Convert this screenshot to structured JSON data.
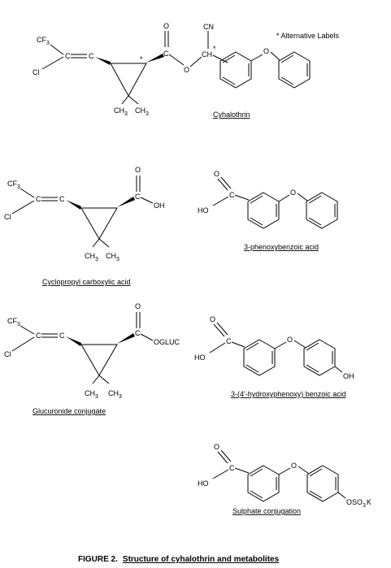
{
  "figure_title_prefix": "FIGURE 2.",
  "figure_title": "Structure of cyhalothrin and metabolites",
  "alt_labels_note": "* Alternative Labels",
  "atoms": {
    "cf3": "CF",
    "three": "3",
    "cl": "Cl",
    "c": "C",
    "o": "O",
    "oh": "OH",
    "ho": "HO",
    "cn": "CN",
    "ch": "CH",
    "ch3": "CH",
    "star": "*",
    "ogluc": "OGLUC",
    "oso3k_pre": "OSO",
    "oso3k_post": "K"
  },
  "captions": {
    "cyhalothrin": "Cyhalothrin",
    "phenoxybenzoic": "3-phenoxybenzoic acid",
    "cyclopropyl": "Cyclopropyl carboxylic acid",
    "hydroxyphenoxy": "3-(4'-hydroxyphenoxy) benzoic acid",
    "glucuronide": "Glucuronide conjugate",
    "sulphate": "Sulphate conjugation"
  }
}
